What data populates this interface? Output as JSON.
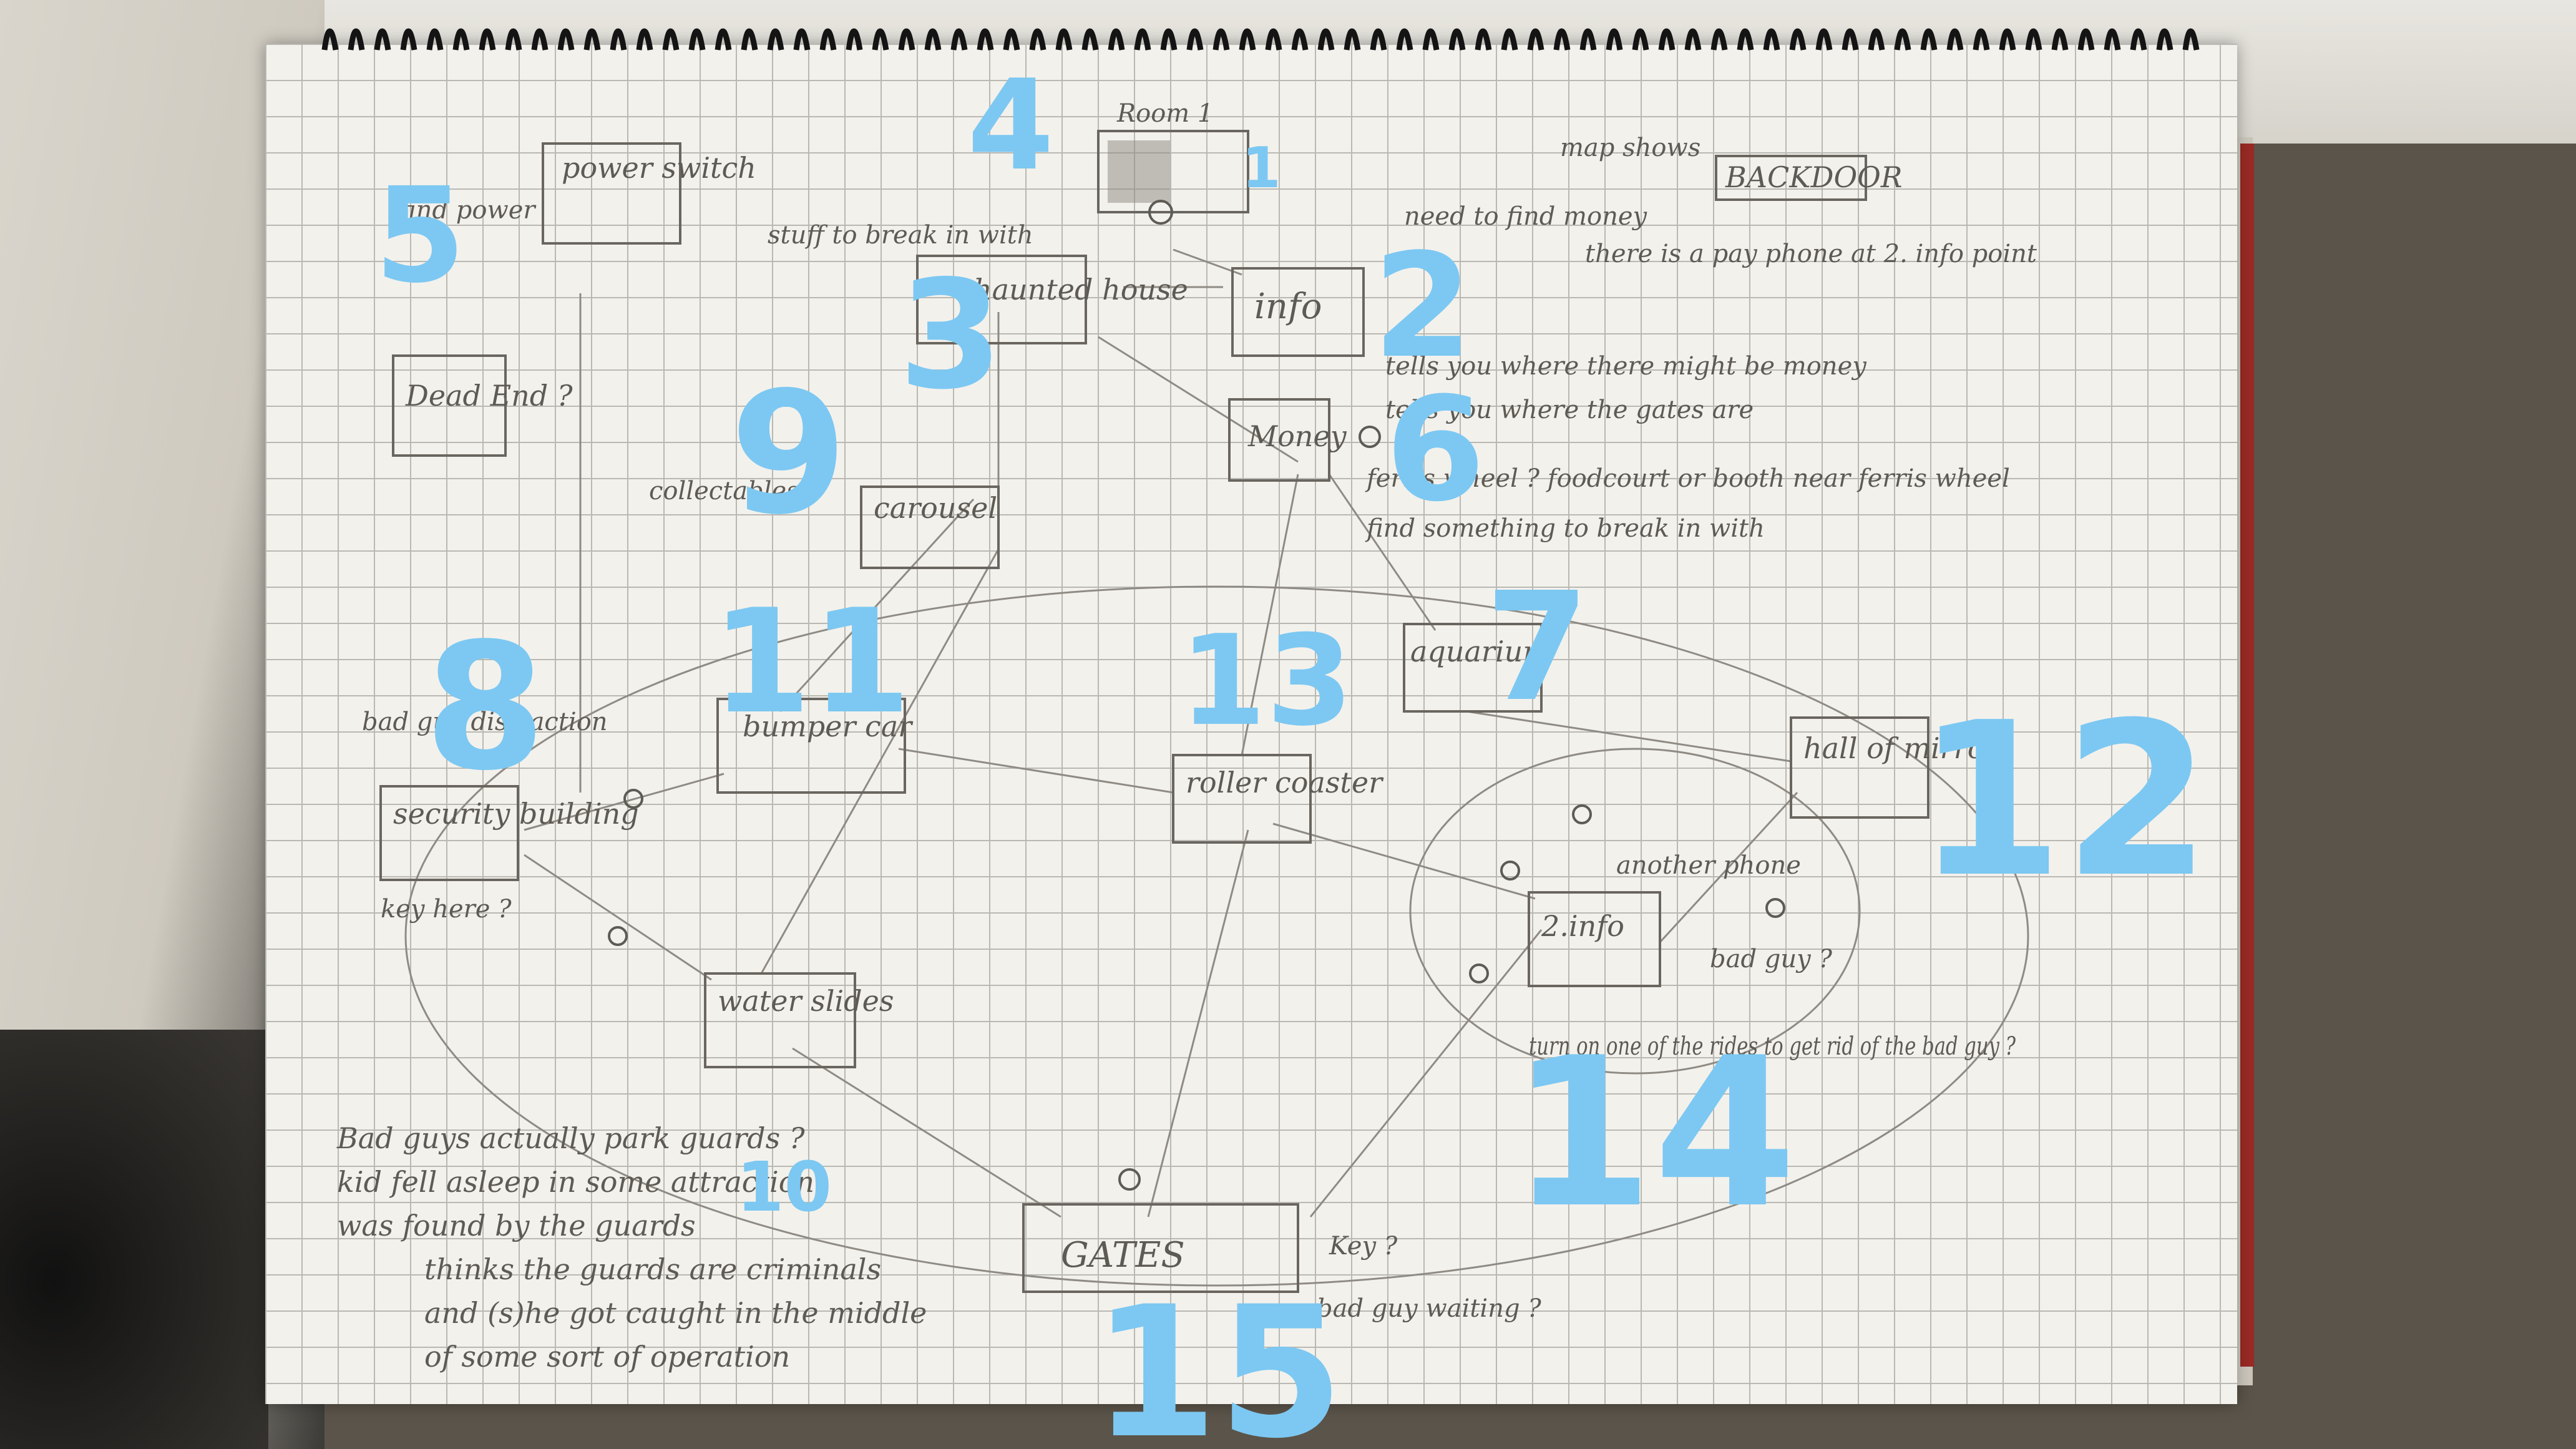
{
  "nodes": {
    "power_switch": "power switch",
    "dead_end": "Dead End ?",
    "room1": "Room 1",
    "haunted_house": "haunted house",
    "info": "info",
    "money": "Money",
    "carousel": "carousel",
    "aquarium": "aquarium",
    "bumper_car": "bumper car",
    "roller_coaster": "roller coaster",
    "hall_of_mirrors": "hall of mirrors",
    "security_building": "security building",
    "info2": "2.info",
    "water_slides": "water slides",
    "gates": "GATES",
    "backdoor": "BACKDOOR"
  },
  "notes": {
    "find_power": "find power",
    "stuff_to_break_in_with": "stuff to break in with",
    "map_shows": "map shows",
    "need_to_find_money": "need to find money",
    "there_is_a_pay_phone": "there is a pay phone at 2. info point",
    "tells_you_money": "tells you where there might be money",
    "tells_you_gates": "tells you where the gates are",
    "ferris_wheel": "ferris wheel ? foodcourt or booth near ferris wheel",
    "find_something": "find something to break in with",
    "collectables": "collectables ?",
    "bad_guy_distraction": "bad guy distraction",
    "key_here": "key here ?",
    "another_phone": "another phone",
    "bad_guy_q": "bad guy ?",
    "turn_on_rides": "turn on one of the rides to get rid of the bad guy ?",
    "key_q": "Key ?",
    "bad_guy_waiting": "bad guy waiting ?"
  },
  "story": [
    "Bad guys actually park guards ?",
    "kid fell asleep in some attraction",
    "was found by the guards",
    "thinks the guards are criminals",
    "and (s)he got caught in the middle",
    "of some sort of operation"
  ],
  "numbers": {
    "n1": "1",
    "n2": "2",
    "n3": "3",
    "n4": "4",
    "n5": "5",
    "n6": "6",
    "n7": "7",
    "n8": "8",
    "n9": "9",
    "n10": "10",
    "n11": "11",
    "n12": "12",
    "n13": "13",
    "n14": "14",
    "n15": "15"
  },
  "colors": {
    "ink_blue": "#7cc8f2",
    "pencil": "#5e5a54",
    "paper": "#f3f1ec"
  }
}
